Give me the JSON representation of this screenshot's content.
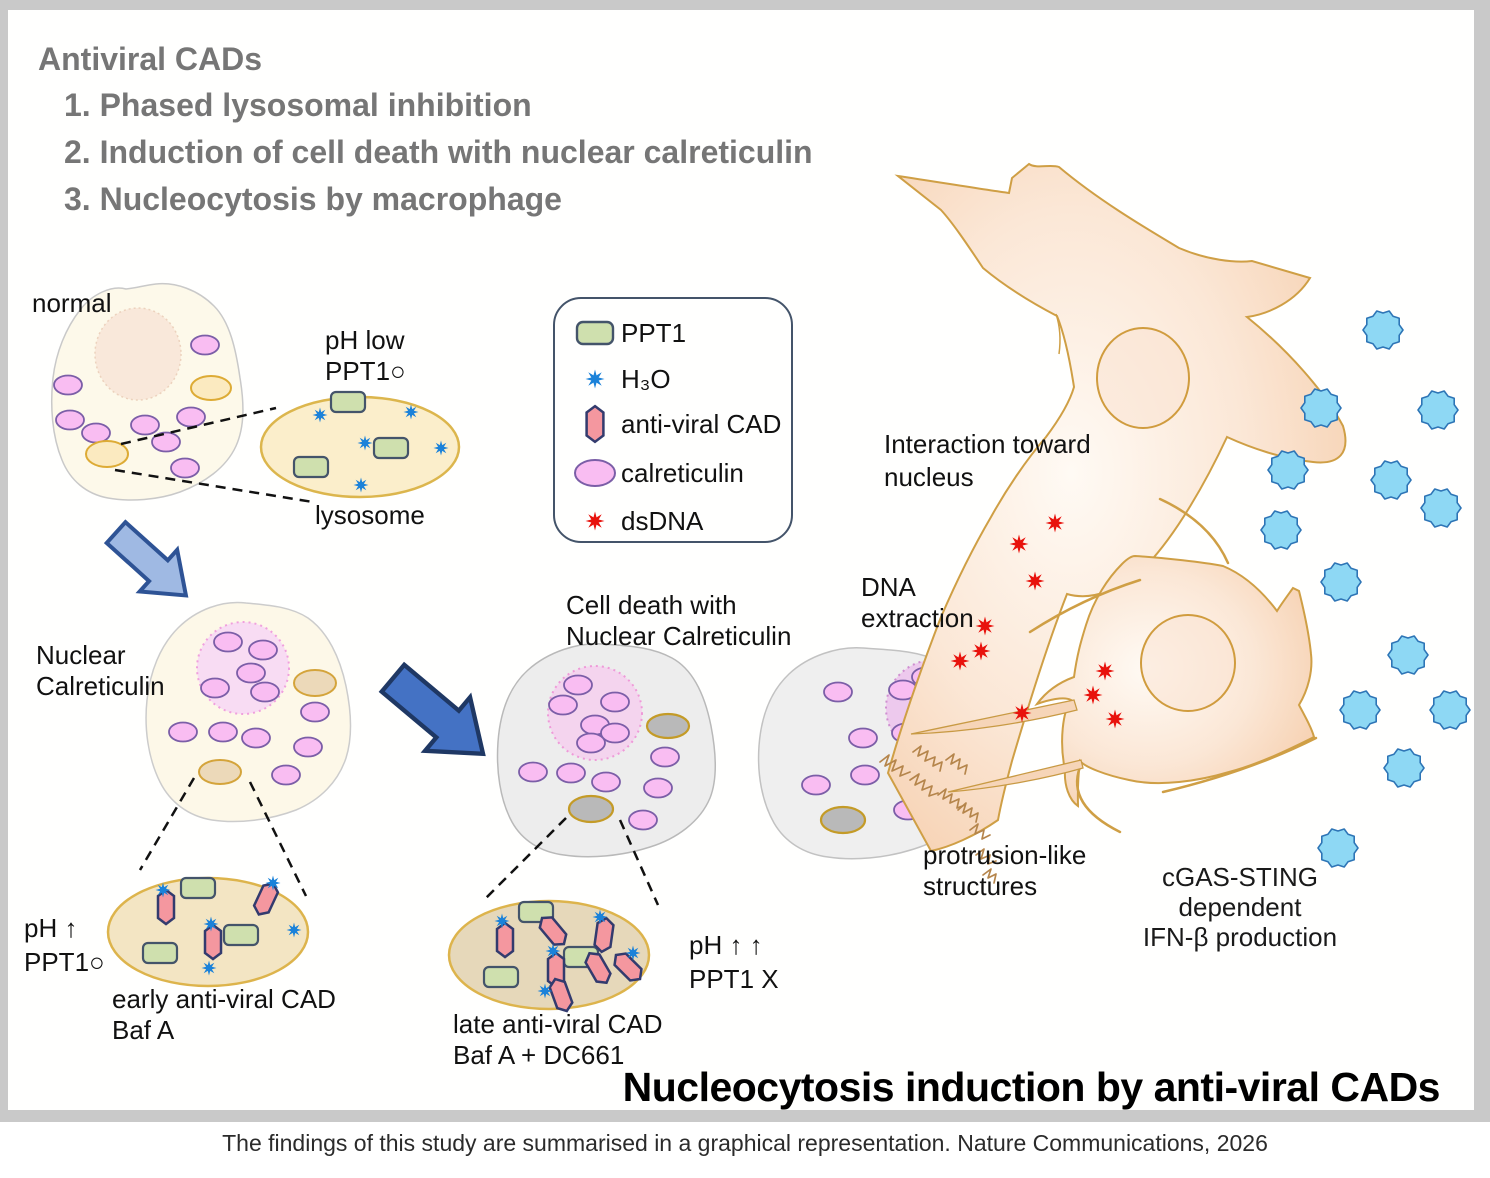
{
  "panel": {
    "heading": {
      "title": "Antiviral CADs",
      "items": [
        "1. Phased lysosomal inhibition",
        "2. Induction of cell death with nuclear calreticulin",
        "3. Nucleocytosis by macrophage"
      ]
    },
    "legend": {
      "items": [
        {
          "icon": "ppt1-icon",
          "label": "PPT1"
        },
        {
          "icon": "h3o-icon",
          "label": "H₃O"
        },
        {
          "icon": "anti-viral-cad-icon",
          "label": "anti-viral CAD"
        },
        {
          "icon": "calreticulin-icon",
          "label": "calreticulin"
        },
        {
          "icon": "dsdna-icon",
          "label": "dsDNA"
        }
      ]
    },
    "labels": {
      "normal": "normal",
      "ph_low": "pH low",
      "ppt1_circle_1": "PPT1○",
      "lysosome": "lysosome",
      "nuclear_1": "Nuclear",
      "nuclear_2": "Calreticulin",
      "cell_death_1": "Cell death with",
      "cell_death_2": "Nuclear Calreticulin",
      "ph_up": "pH ↑",
      "ppt1_circle_2": "PPT1○",
      "early_cad_1": "early anti-viral CAD",
      "early_cad_2": "Baf A",
      "ph_upup": "pH ↑ ↑",
      "ppt1_x": "PPT1 X",
      "late_cad_1": "late anti-viral CAD",
      "late_cad_2": "Baf A + DC661",
      "interaction_1": "Interaction toward",
      "interaction_2": "nucleus",
      "dna_1": "DNA",
      "dna_2": "extraction",
      "protrusion_1": "protrusion-like",
      "protrusion_2": "structures",
      "cgas_1": "cGAS-STING",
      "cgas_2": "dependent",
      "cgas_3": "IFN-β production"
    },
    "bottom_title": "Nucleocytosis induction by anti-viral CADs"
  },
  "caption": "The findings of this study are summarised in a graphical representation. Nature Communications, 2026",
  "colors": {
    "title_gray": "#767676",
    "panel_border": "#c9c9c9",
    "macrophage_fill": "#f8d8bd",
    "macrophage_outline": "#cf9f45",
    "ifn_blue": "#8ed8f4",
    "dsdna_red": "#e8120c",
    "h3o_blue": "#1b82d9",
    "cad_pink": "#f4979f",
    "ppt1_green": "#cfe0ae",
    "calreticulin_pink": "#f9bdf2",
    "nucleus_pink": "#f6d9f0",
    "arrow_light_blue": "#9fb9e3",
    "arrow_dark_blue": "#4472c4"
  }
}
